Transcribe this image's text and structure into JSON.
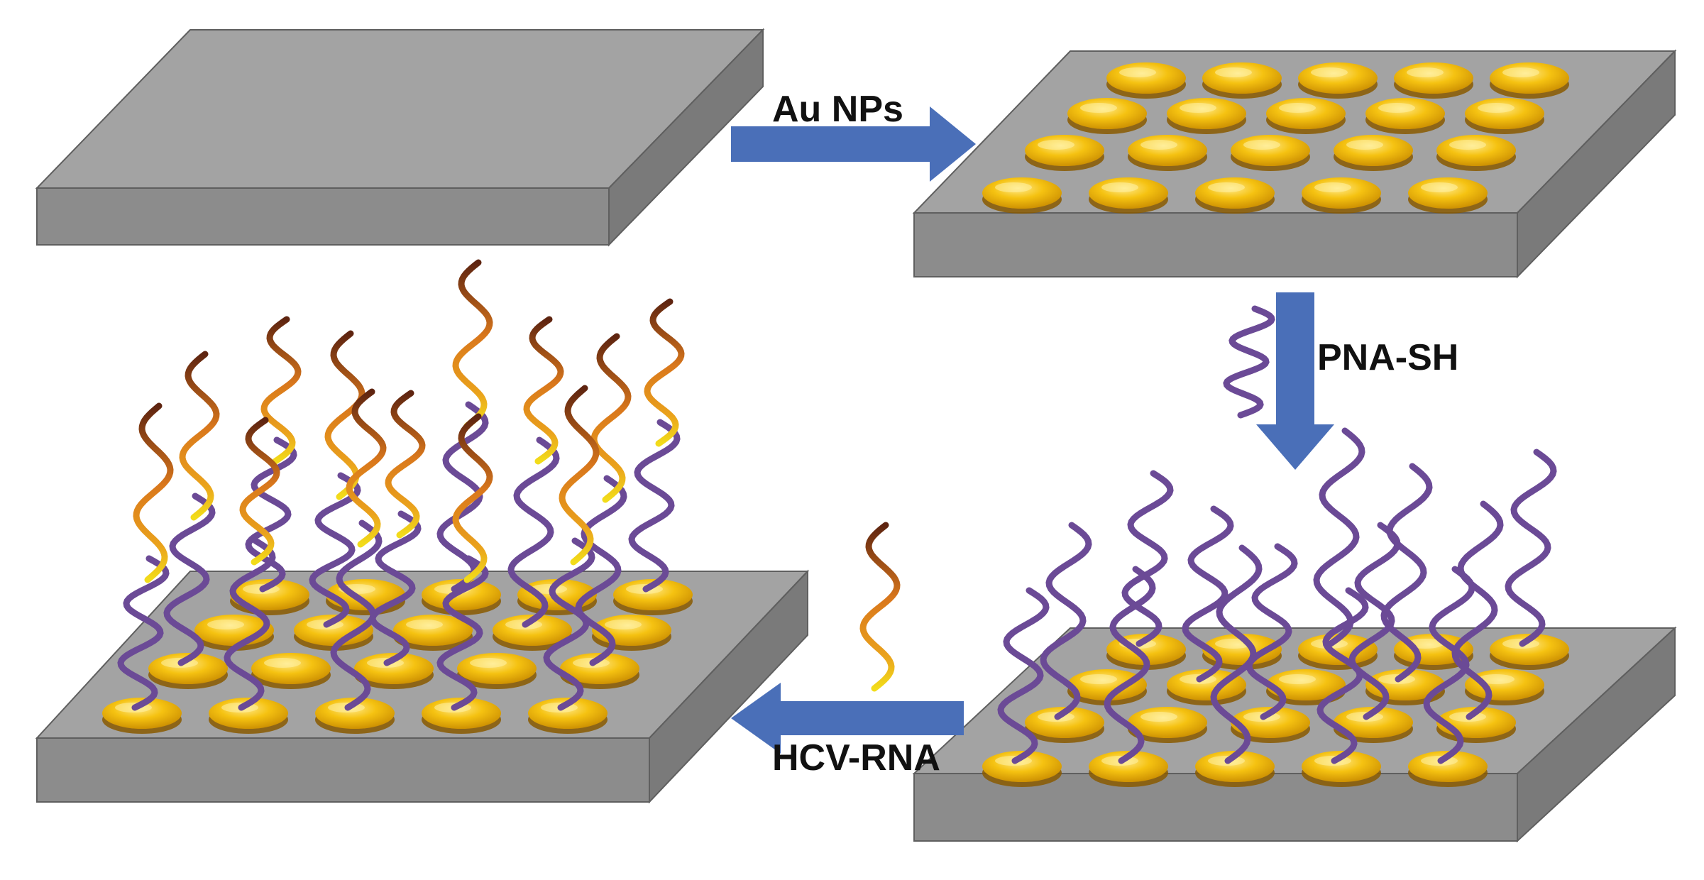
{
  "diagram": {
    "steps": [
      {
        "id": "au-nps",
        "label": "Au NPs"
      },
      {
        "id": "pna-sh",
        "label": "PNA-SH"
      },
      {
        "id": "hcv-rna",
        "label": "HCV-RNA"
      }
    ],
    "colors": {
      "background": "#ffffff",
      "substrate_top": "#a3a3a3",
      "substrate_front": "#8c8c8c",
      "substrate_side": "#7a7a7a",
      "substrate_edge": "#5f5f5f",
      "arrow": "#4a6fb8",
      "gold": "#f2b705",
      "gold_dark": "#b07a00",
      "gold_light": "#ffe066",
      "pna_strand": "#6b4a96",
      "rna_dark": "#6b2a10",
      "rna_mid": "#d9771c",
      "rna_light": "#f2d21a"
    },
    "icons": [
      "gray-substrate",
      "gold-nanoparticle",
      "pna-strand",
      "hcv-rna-strand",
      "right-arrow",
      "down-arrow",
      "left-arrow"
    ]
  }
}
